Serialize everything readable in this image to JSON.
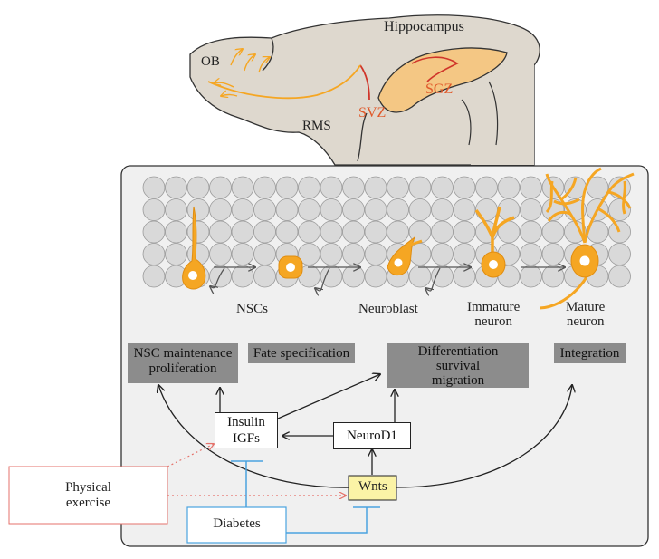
{
  "brain": {
    "hippocampus_label": "Hippocampus",
    "ob_label": "OB",
    "rms_label": "RMS",
    "svz_label": "SVZ",
    "sgz_label": "SGZ"
  },
  "stages": {
    "nscs": "NSCs",
    "neuroblast": "Neuroblast",
    "immature_line1": "Immature",
    "immature_line2": "neuron",
    "mature_line1": "Mature",
    "mature_line2": "neuron"
  },
  "processes": {
    "maintenance_line1": "NSC maintenance",
    "maintenance_line2": "proliferation",
    "fate": "Fate specification",
    "diff_line1": "Differentiation",
    "diff_line2": "survival",
    "diff_line3": "migration",
    "integration": "Integration"
  },
  "factors": {
    "insulin_line1": "Insulin",
    "insulin_line2": "IGFs",
    "neurod1": "NeuroD1",
    "wnts": "Wnts",
    "diabetes": "Diabetes",
    "exercise_line1": "Physical",
    "exercise_line2": "exercise"
  },
  "colors": {
    "brain_fill": "#ded8ce",
    "hippocampus_fill": "#f4c784",
    "neuron": "#f5a623",
    "zone_text": "#e0592a",
    "zone_line": "#d0352a",
    "cell_grid": "#d2d2d2",
    "panel_fill": "#f0f0f0",
    "process_box": "#8c8c8c",
    "wnts_fill": "#fbf3a6",
    "diabetes_line": "#4aa3df",
    "exercise_line": "#e5726b"
  }
}
